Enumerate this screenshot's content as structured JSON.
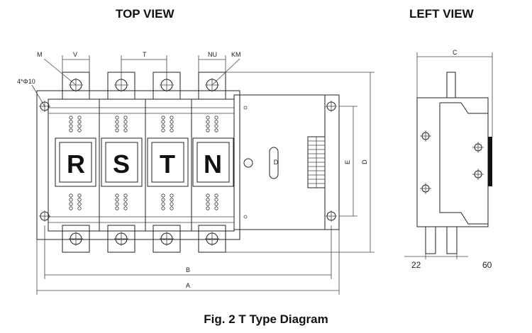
{
  "titles": {
    "top_view": "TOP VIEW",
    "left_view": "LEFT VIEW"
  },
  "caption": "Fig. 2 T Type Diagram",
  "phases": [
    "R",
    "S",
    "T",
    "N"
  ],
  "dimension_labels": {
    "M": "M",
    "V": "V",
    "T": "T",
    "NU": "NU",
    "KM": "KM",
    "holes": "4*Φ10",
    "A": "A",
    "B": "B",
    "C": "C",
    "D": "D",
    "E": "E"
  },
  "side_dimensions": {
    "left": "22",
    "right": "60"
  }
}
